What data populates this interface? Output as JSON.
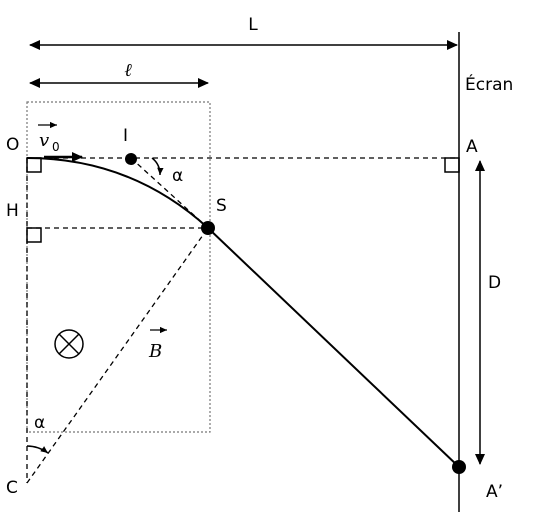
{
  "labels": {
    "L": "L",
    "l": "ℓ",
    "screen": "Écran",
    "O": "O",
    "v0": "v",
    "v0_sub": "0",
    "I": "I",
    "alpha_top": "α",
    "A": "A",
    "H": "H",
    "S": "S",
    "D": "D",
    "B": "B",
    "alpha_bottom": "α",
    "C": "C",
    "A_prime": "A’"
  },
  "colors": {
    "ink": "#000000",
    "field_box": "#777777"
  },
  "icons": {
    "field_into_page": "circled-cross-icon"
  }
}
